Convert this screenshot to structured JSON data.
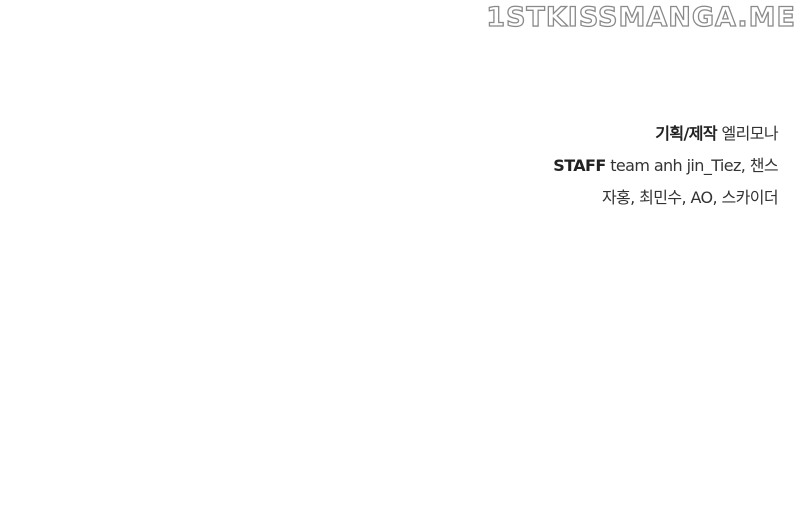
{
  "watermark": "1STKISSMANGA.ME",
  "credits": {
    "line1_label": "기획/제작",
    "line1_value": "엘리모나",
    "line2_label": "STAFF",
    "line2_value": "team anh jin_Tiez, 챈스",
    "line3_value": "자홍, 최민수, AO, 스카이더"
  }
}
